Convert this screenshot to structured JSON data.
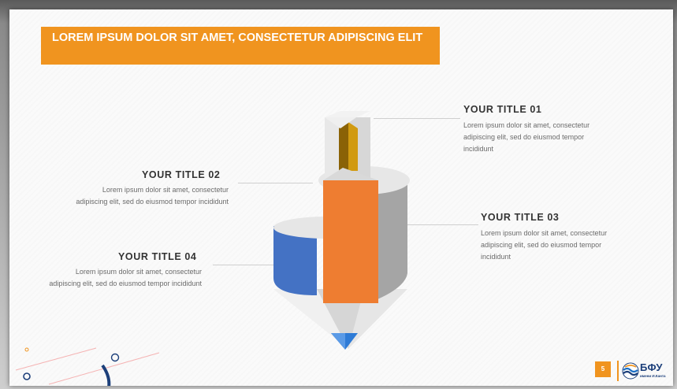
{
  "slide": {
    "header": "LOREM IPSUM DOLOR SIT AMET, CONSECTETUR ADIPISCING ELIT",
    "page_number": "5"
  },
  "items": [
    {
      "title": "YOUR TITLE 01",
      "text": "Lorem ipsum dolor sit amet, consectetur adipiscing elit, sed do eiusmod tempor incididunt",
      "color": "#d19a10"
    },
    {
      "title": "YOUR TITLE 02",
      "text": "Lorem ipsum dolor sit amet, consectetur adipiscing elit, sed do eiusmod tempor incididunt",
      "color": "#ee7d31"
    },
    {
      "title": "YOUR TITLE 03",
      "text": "Lorem ipsum dolor sit amet, consectetur adipiscing elit, sed do eiusmod tempor incididunt",
      "color": "#a5a5a5"
    },
    {
      "title": "YOUR TITLE 04",
      "text": "Lorem ipsum dolor sit amet, consectetur adipiscing elit, sed do eiusmod tempor incididunt",
      "color": "#4472c4"
    }
  ],
  "logo": {
    "name": "БФУ",
    "subtitle": "имени И.Канта",
    "icon": "bfu-wave-logo-icon"
  },
  "colors": {
    "accent": "#f0941f",
    "tip": "#2e7bd6"
  }
}
